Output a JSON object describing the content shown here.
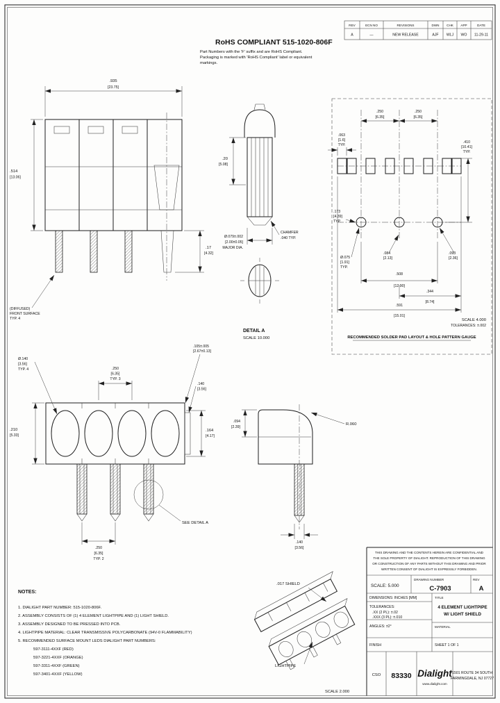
{
  "rohs": {
    "title": "RoHS COMPLIANT 515-1020-806F",
    "line1": "Part Numbers with the 'F' suffix and are RoHS Compliant.",
    "line2": "Packaging is marked with 'RoHS Compliant' label or equivalent",
    "line3": "markings."
  },
  "rev_table": {
    "rev": "REV",
    "ecn": "ECN NO",
    "revisions": "REVISIONS",
    "dwn": "DWN",
    "chk": "CHK",
    "app": "APP",
    "date": "DATE",
    "row": {
      "rev": "A",
      "ecn": "—",
      "revisions": "NEW RELEASE",
      "dwn": "AJF",
      "chk": "WLJ",
      "app": "WO",
      "date": "11-29-11"
    }
  },
  "top_view": {
    "width_in": ".935",
    "width_mm": "[23.75]",
    "height_in": ".514",
    "height_mm": "[13.06]",
    "pin_in": ".17",
    "pin_mm": "[4.32]",
    "surface1": "(DIFFUSED)",
    "surface2": "FRONT SURFACE",
    "surface3": "TYP. 4"
  },
  "detail_a": {
    "lead_in": ".20",
    "lead_mm": "[5.08]",
    "dia1": "Ø.079±.002",
    "dia2": "[2.00±0.05]",
    "dia3": "MAJOR DIA.",
    "chamfer1": "CHAMFER",
    "chamfer2": ".040 TYP.",
    "label": "DETAIL A",
    "scale": "SCALE 10.000"
  },
  "pad_layout": {
    "title": "RECOMMENDED SOLDER PAD LAYOUT & HOLE PATTERN GAUGE",
    "pitch1_in": ".250",
    "pitch1_mm": "[6.35]",
    "pitch2_in": ".250",
    "pitch2_mm": "[6.35]",
    "pad_w_in": ".063",
    "pad_w_mm": "[1.6]",
    "pad_w_typ": "TYP.",
    "span_in": ".410",
    "span_mm": "[10.41]",
    "span_typ": "TYP.",
    "offset_in": ".173",
    "offset_mm": "[4.39]",
    "offset_typ": "TYP.",
    "hole_in": "Ø.075",
    "hole_mm": "[1.91]",
    "hole_typ": "TYP.",
    "gap_in": ".084",
    "gap_mm": "[2.13]",
    "edge_in": ".093",
    "edge_mm": "[2.36]",
    "d508_in": ".508",
    "d508_mm": "[12.90]",
    "d344_in": ".344",
    "d344_mm": "[8.74]",
    "d591_in": ".591",
    "d591_mm": "[15.01]",
    "scale": "SCALE 4.000",
    "tolerance": "TOLERANCES: ±.002"
  },
  "front_view": {
    "led_in": "Ø.140",
    "led_mm": "[3.56]",
    "led_typ": "TYP. 4",
    "pitch_in": ".250",
    "pitch_mm": "[6.35]",
    "pitch_typ": "TYP. 3",
    "lip_in": ".105±.005",
    "lip_mm": "[2.67±0.13]",
    "tab_in": ".140",
    "tab_mm": "[3.56]",
    "height_in": ".210",
    "height_mm": "[5.33]",
    "lens_in": ".164",
    "lens_mm": "[4.17]",
    "pin_pitch_in": ".250",
    "pin_pitch_mm": "[6.35]",
    "pin_pitch_typ": "TYP. 2",
    "see_detail": "SEE DETAIL A"
  },
  "side_view": {
    "step_in": ".094",
    "step_mm": "[2.39]",
    "radius": "R.060",
    "pin_in": ".140",
    "pin_mm": "[3.56]"
  },
  "iso_view": {
    "shield_label": ".017 SHIELD",
    "lightpipe_label": "LIGHTPIPE",
    "scale": "SCALE 2.000"
  },
  "notes": {
    "heading": "NOTES:",
    "n1": "1. DIALIGHT PART NUMBER: 515-1020-806F.",
    "n2": "2. ASSEMBLY CONSISTS OF (1) 4 ELEMENT LIGHTPIPE AND (1) LIGHT SHIELD.",
    "n3": "3. ASSEMBLY DESIGNED TO BE PRESSED INTO PCB.",
    "n4": "4. LIGHTPIPE MATERIAL: CLEAR TRANSMISSIVE POLYCARBONATE (94V-0 FLAMMABILITY)",
    "n5": "5. RECOMMENDED SURFACE MOUNT LEDS DIALIGHT PART NUMBERS:",
    "n5a": "597-3111-4XXF (RED)",
    "n5b": "597-3221-4XXF (ORANGE)",
    "n5c": "597-3311-4XXF (GREEN)",
    "n5d": "597-3401-4XXF (YELLOW)"
  },
  "title_block": {
    "conf1": "THIS DRAWING AND THE CONTENTS HEREIN ARE CONFIDENTIAL AND",
    "conf2": "THE SOLE PROPERTY OF DIALIGHT. REPRODUCTION OF THIS DRAWING",
    "conf3": "OR CONSTRUCTION OF ANY PARTS WITHOUT THIS DRAWING AND PRIOR",
    "conf4": "WRITTEN CONSENT OF DIALIGHT IS EXPRESSLY FORBIDDEN.",
    "scale": "SCALE: 5.000",
    "dwg_label": "DRAWING NUMBER",
    "dwg_no": "C-7903",
    "rev_label": "REV",
    "rev": "A",
    "dims": "DIMENSIONS: INCHES [MM]",
    "tol_heading": "TOLERANCES:",
    "tol_xx": ".XX (2 PL): ±.02",
    "tol_xxx": ".XXX (3 PL): ±.010",
    "angles": "ANGLES: ±2°",
    "title_label": "TITLE",
    "title1": "4 ELEMENT LIGHTPIPE",
    "title2": "W/ LIGHT SHIELD",
    "material_label": "MATERIAL",
    "finish_label": "FINISH",
    "sheet": "SHEET 1 OF 1",
    "cso": "CSO",
    "cage": "83330",
    "logo": "Dialight",
    "web": "www.dialight.com",
    "addr1": "1501 ROUTE 34 SOUTH",
    "addr2": "FARMINGDALE, NJ 07727"
  }
}
